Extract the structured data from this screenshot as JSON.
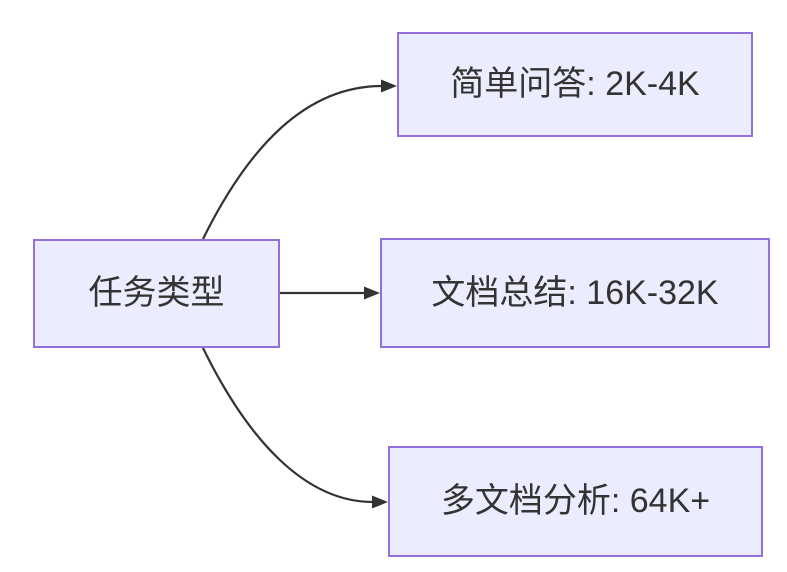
{
  "diagram": {
    "type": "flowchart-lr",
    "root": {
      "label": "任务类型"
    },
    "branches": [
      {
        "label": "简单问答: 2K-4K"
      },
      {
        "label": "文档总结: 16K-32K"
      },
      {
        "label": "多文档分析: 64K+"
      }
    ],
    "edges": [
      {
        "from": "任务类型",
        "to": "简单问答: 2K-4K"
      },
      {
        "from": "任务类型",
        "to": "文档总结: 16K-32K"
      },
      {
        "from": "任务类型",
        "to": "多文档分析: 64K+"
      }
    ],
    "colors": {
      "node_fill": "#ECECFF",
      "node_border": "#9370DB",
      "edge": "#333333",
      "text": "#333333",
      "background": "#FFFFFF"
    }
  }
}
